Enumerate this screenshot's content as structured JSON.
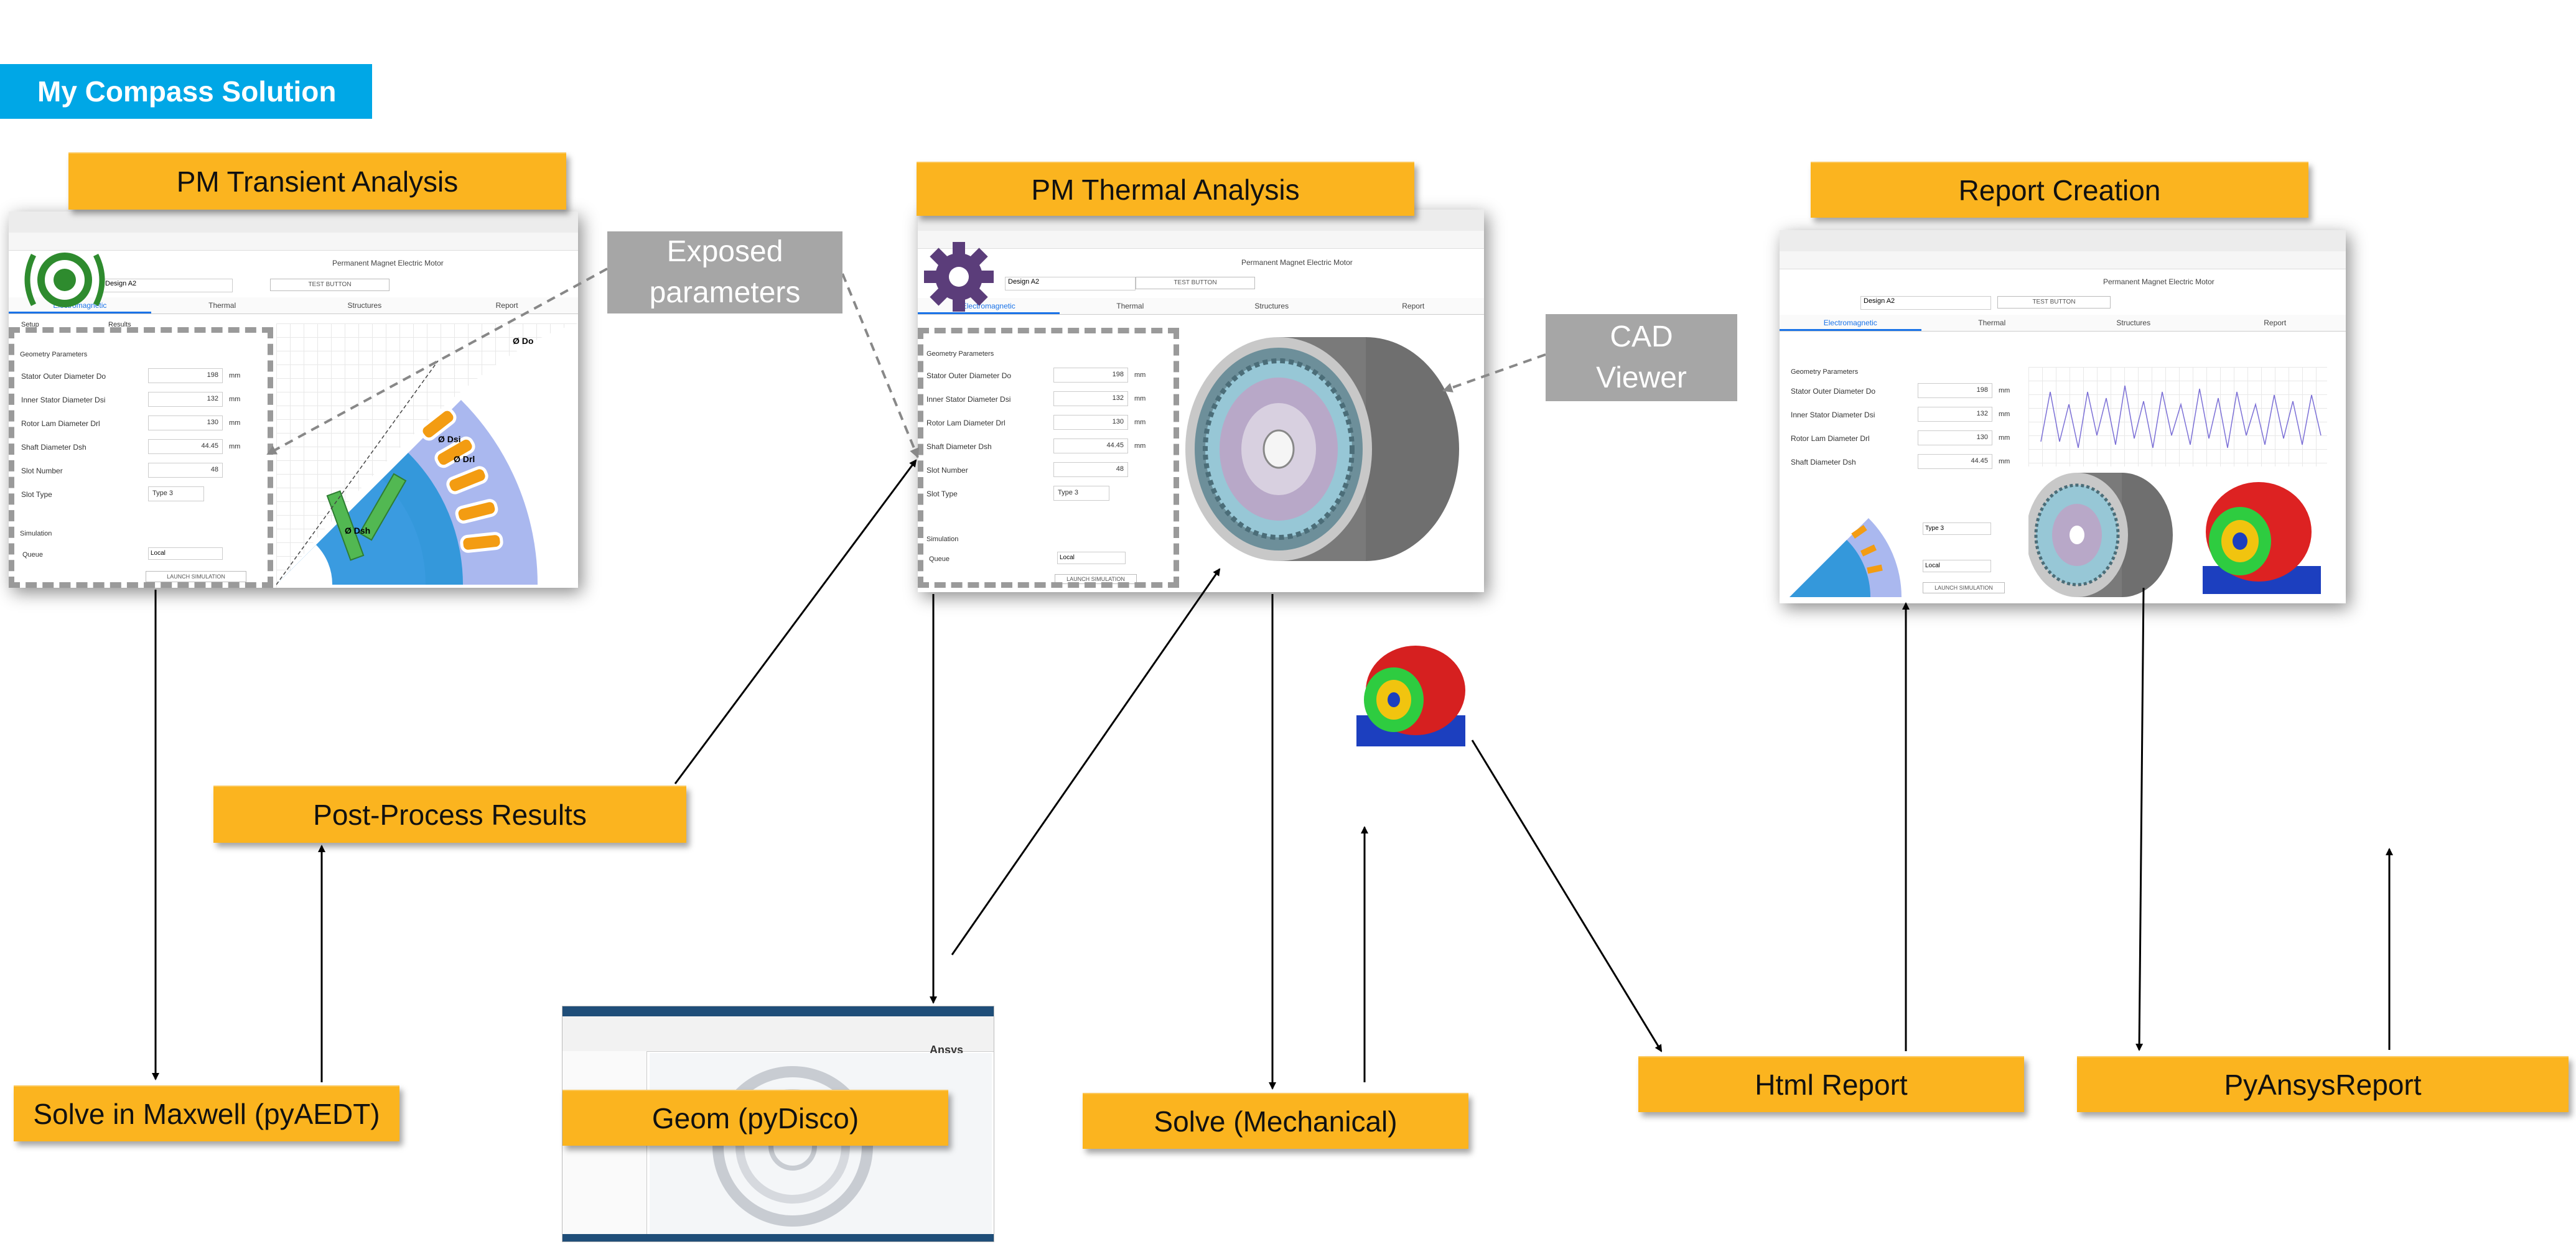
{
  "title": "My Compass Solution",
  "boxes": {
    "pm_transient": "PM Transient Analysis",
    "pm_thermal": "PM Thermal Analysis",
    "report_creation": "Report Creation",
    "post_process": "Post-Process Results",
    "solve_maxwell": "Solve in Maxwell (pyAEDT)",
    "geom_pydisco": "Geom (pyDisco)",
    "solve_mechanical": "Solve (Mechanical)",
    "html_report": "Html Report",
    "pyansys_report": "PyAnsysReport"
  },
  "callouts": {
    "exposed_line1": "Exposed",
    "exposed_line2": "parameters",
    "cad_line1": "CAD",
    "cad_line2": "Viewer"
  },
  "app": {
    "app_title": "Permanent Magnet Electric Motor",
    "study": "Design A2",
    "test_button": "TEST BUTTON",
    "tabs": [
      "Electromagnetic",
      "Thermal",
      "Structures",
      "Report"
    ],
    "subtabs": [
      "Setup",
      "Results"
    ],
    "section_geometry": "Geometry Parameters",
    "section_simulation": "Simulation",
    "fields": [
      {
        "label": "Stator Outer Diameter Do",
        "value": "198",
        "unit": "mm"
      },
      {
        "label": "Inner Stator Diameter Dsi",
        "value": "132",
        "unit": "mm"
      },
      {
        "label": "Rotor Lam Diameter Drl",
        "value": "130",
        "unit": "mm"
      },
      {
        "label": "Shaft Diameter Dsh",
        "value": "44.45",
        "unit": "mm"
      },
      {
        "label": "Slot Number",
        "value": "48",
        "unit": ""
      },
      {
        "label": "Slot Type",
        "value": "Type 3",
        "unit": ""
      }
    ],
    "queue_label": "Queue",
    "queue_value": "Local",
    "launch": "LAUNCH SIMULATION"
  },
  "diagram_labels": {
    "do": "Ø Do",
    "dsi": "Ø Dsi",
    "drl": "Ø Drl",
    "dsh": "Ø Dsh"
  },
  "ansys_logo": "Ansys"
}
